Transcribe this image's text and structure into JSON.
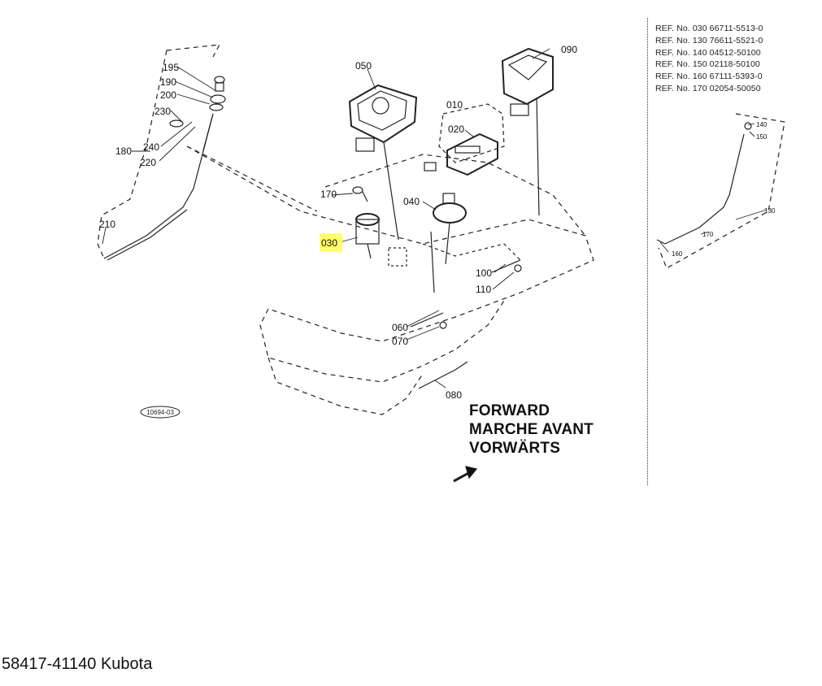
{
  "diagram": {
    "part_callouts": {
      "p195": "195",
      "p190": "190",
      "p200": "200",
      "p230": "230",
      "p240": "240",
      "p220": "220",
      "p180": "180",
      "p210": "210",
      "p050": "050",
      "p010": "010",
      "p020": "020",
      "p090": "090",
      "p170": "170",
      "p040": "040",
      "p030": "030",
      "p100": "100",
      "p110": "110",
      "p060": "060",
      "p070": "070",
      "p080": "080",
      "s140": "140",
      "s150": "150",
      "s130": "130",
      "s170": "170",
      "s160": "160"
    },
    "highlighted_part": "030",
    "highlight_color": "#ffff66",
    "stamp_text": "10694-03",
    "ref_numbers": [
      "REF. No. 030 66711-5513-0",
      "REF. No. 130 76611-5521-0",
      "REF. No. 140 04512-50100",
      "REF. No. 150 02118-50100",
      "REF. No. 160 67111-5393-0",
      "REF. No. 170 02054-50050"
    ],
    "direction_labels": [
      "FORWARD",
      "MARCHE AVANT",
      "VORWÄRTS"
    ]
  },
  "caption": "58417-41140 Kubota"
}
